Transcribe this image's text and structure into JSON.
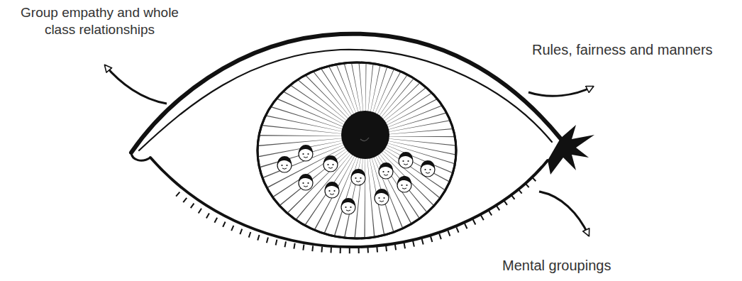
{
  "diagram": {
    "labels": [
      "Group empathy and whole class relationships",
      "Rules, fairness and manners",
      "Mental groupings"
    ]
  }
}
